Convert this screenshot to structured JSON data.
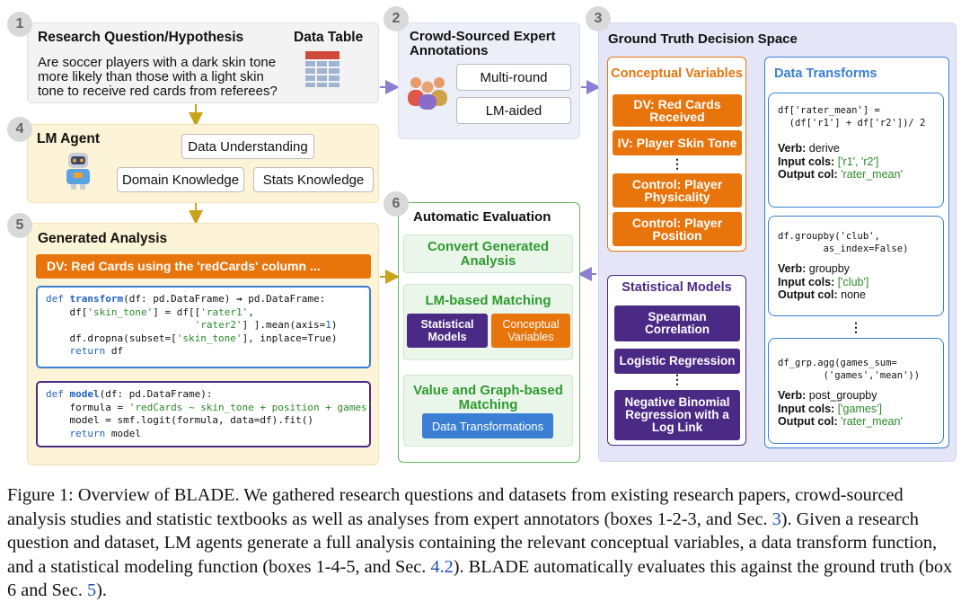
{
  "box1": {
    "number": "1",
    "title": "Research Question/Hypothesis",
    "question": "Are soccer players with a dark skin tone more likely than those with a light skin tone to receive red cards from referees?",
    "data_table_label": "Data Table"
  },
  "box2": {
    "number": "2",
    "title": "Crowd-Sourced Expert Annotations",
    "multi_round": "Multi-round",
    "lm_aided": "LM-aided"
  },
  "box3": {
    "number": "3",
    "title": "Ground Truth Decision Space",
    "conceptual": {
      "title": "Conceptual Variables",
      "items": [
        "DV: Red Cards Received",
        "IV: Player Skin Tone",
        "Control: Player Physicality",
        "Control: Player Position"
      ],
      "ellipsis": "⋮"
    },
    "statistical": {
      "title": "Statistical Models",
      "items": [
        "Spearman Correlation",
        "Logistic Regression",
        "Negative Binomial Regression with a Log Link"
      ],
      "ellipsis": "⋮"
    },
    "transforms": {
      "title": "Data Transforms",
      "cards": [
        {
          "code": [
            "df['rater_mean'] =",
            "  (df['r1'] + df['r2'])/ 2"
          ],
          "verb": "derive",
          "input_cols": "['r1', 'r2']",
          "output_col": "'rater_mean'"
        },
        {
          "code": [
            "df.groupby('club',",
            "        as_index=False)"
          ],
          "verb": "groupby",
          "input_cols": "['club']",
          "output_col": "none"
        },
        {
          "code": [
            "df_grp.agg(games_sum=",
            "        ('games','mean'))"
          ],
          "verb": "post_groupby",
          "input_cols": "['games']",
          "output_col": "'rater_mean'"
        }
      ],
      "ellipsis": "⋮",
      "verb_label": "Verb:",
      "input_label": "Input cols:",
      "output_label": "Output col:"
    }
  },
  "box4": {
    "number": "4",
    "title": "LM Agent",
    "skills": [
      "Data Understanding",
      "Domain Knowledge",
      "Stats Knowledge"
    ]
  },
  "box5": {
    "number": "5",
    "title": "Generated Analysis",
    "dv_banner": "DV: Red Cards using the 'redCards' column ...",
    "transform_code": [
      "def transform(df: pd.DataFrame) → pd.DataFrame:",
      "    df['skin_tone'] = df[['rater1',",
      "                          'rater2'] ].mean(axis=1)",
      "    df.dropna(subset=['skin_tone'], inplace=True)",
      "    return df"
    ],
    "model_code": [
      "def model(df: pd.DataFrame):",
      "    formula = 'redCards ~ skin_tone + position + games'",
      "    model = smf.logit(formula, data=df).fit()",
      "    return model"
    ]
  },
  "box6": {
    "number": "6",
    "title": "Automatic Evaluation",
    "convert": "Convert Generated Analysis",
    "lm_matching": "LM-based Matching",
    "stat_models": "Statistical Models",
    "concept_vars": "Conceptual Variables",
    "value_graph": "Value and Graph-based Matching",
    "data_transformations": "Data Transformations"
  },
  "caption": {
    "part1": "Figure 1:  Overview of BLADE. We gathered research questions and datasets from existing research papers, crowd-sourced analysis studies and statistic textbooks as well as analyses from expert annotators (boxes 1-2-3, and Sec. ",
    "ref1": "3",
    "part2": ").  Given a research question and dataset, LM agents generate a full analysis containing the relevant conceptual variables, a data transform function, and a statistical modeling function (boxes 1-4-5, and Sec. ",
    "ref2": "4.2",
    "part3": "). BLADE automatically evaluates this against the ground truth (box 6 and Sec. ",
    "ref3": "5",
    "part4": ")."
  },
  "colors": {
    "orange": "#e8740c",
    "purple": "#4b2a86",
    "green": "#2f9a2f",
    "blue": "#3a7fd4",
    "box_gray": "#f3f3f3",
    "box_yellow": "#fdf3d6",
    "box_blue": "#e4e6f7"
  }
}
